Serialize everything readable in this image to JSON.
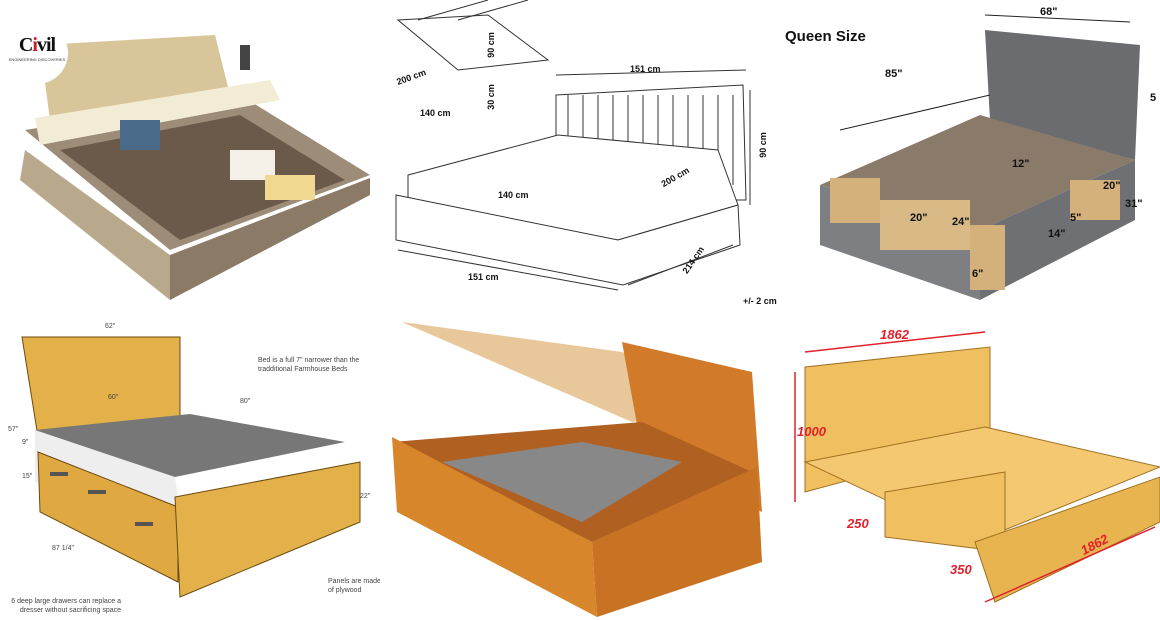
{
  "logo": {
    "text": "Civil",
    "subtitle": "ENGINEERING DISCOVERIES"
  },
  "panel_1": {
    "title": "Storage bed with lift-up mattress and drawers"
  },
  "panel_2": {
    "inset_labels": [
      "200 cm",
      "140 cm",
      "90 cm",
      "30 cm"
    ],
    "width_top": "151 cm",
    "height": "90 cm",
    "mattress_width": "140 cm",
    "mattress_length": "200 cm",
    "width_bottom": "151 cm",
    "length": "214 cm",
    "tolerance": "+/- 2 cm"
  },
  "panel_3": {
    "title": "Queen Size",
    "width": "68\"",
    "length": "85\"",
    "height": "5",
    "drawer_labels": [
      "12\"",
      "20\"",
      "24\"",
      "20\"",
      "31\"",
      "5\"",
      "14\"",
      "6\""
    ]
  },
  "panel_4": {
    "width_top": "62\"",
    "inner_width": "60\"",
    "length": "80\"",
    "height": "57\"",
    "dim_9": "9\"",
    "dim_15": "15\"",
    "footboard": "22\"",
    "overall_length": "87 1/4\"",
    "note_top": "Bed is a full 7\" narrower than the tradditional Farmhouse Beds",
    "note_panels": "Panels are made of plywood",
    "note_drawers": "6 deep large drawers can replace a dresser without sacrificing space"
  },
  "panel_5": {
    "title": "Wooden hydraulic storage bed"
  },
  "panel_6": {
    "width_top": "1862",
    "height": "1000",
    "leg": "250",
    "side": "350",
    "length": "1862"
  }
}
